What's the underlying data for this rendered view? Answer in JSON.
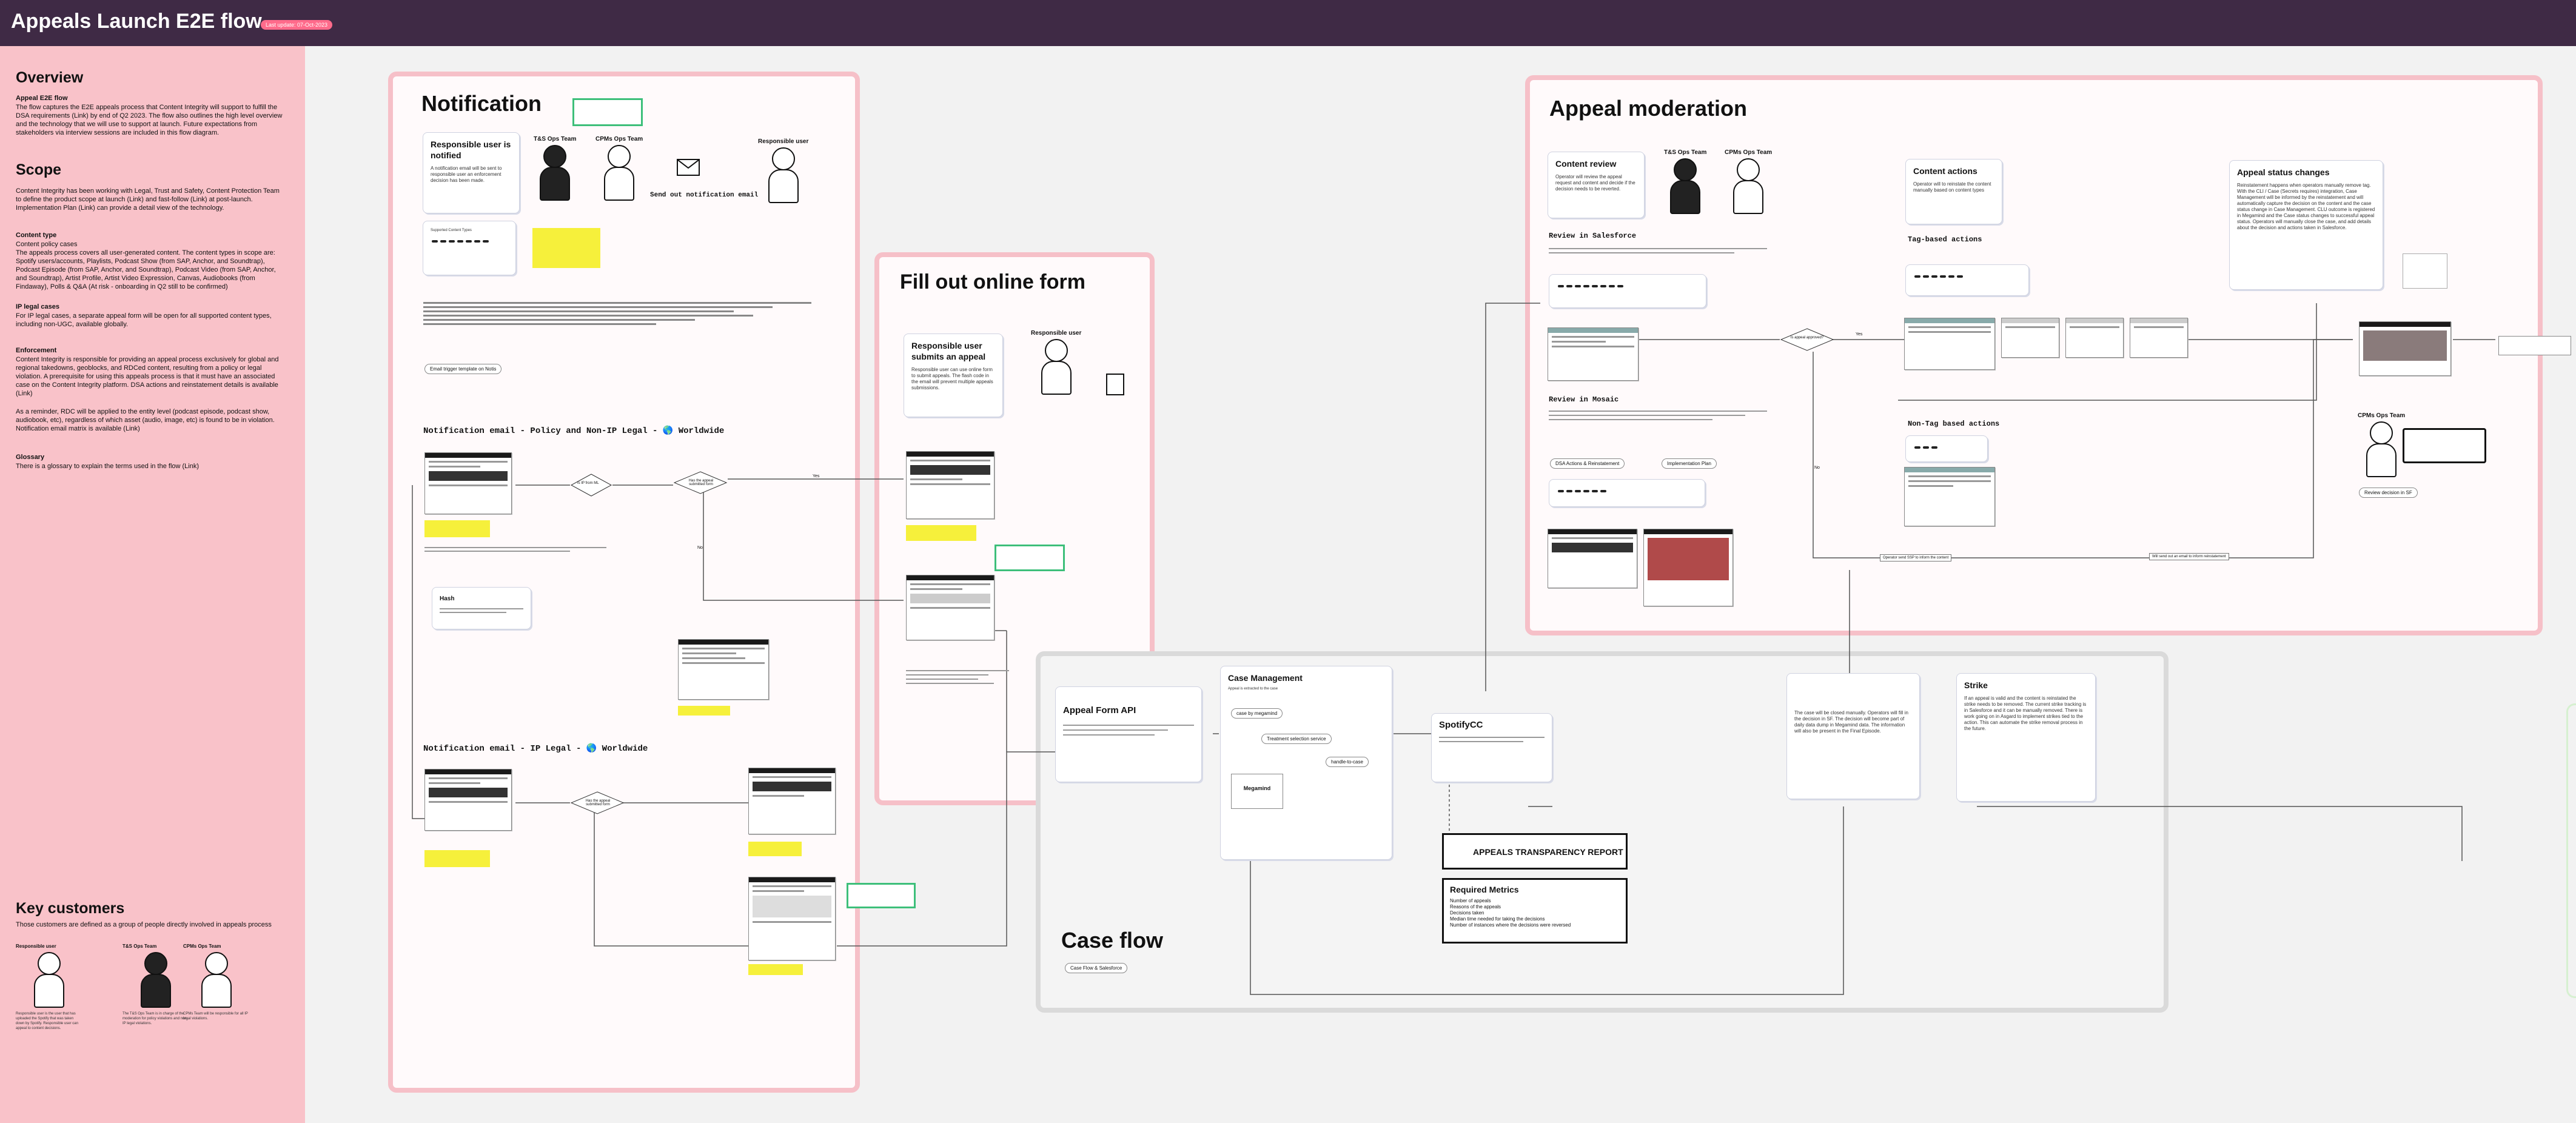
{
  "header": {
    "title": "Appeals Launch E2E flow",
    "badge": "Last update: 07-Oct-2023"
  },
  "sidebar": {
    "overview_h": "Overview",
    "flow_h": "Appeal E2E flow",
    "flow_p": "The flow captures the E2E appeals process that Content Integrity will support to fulfill the DSA requirements (Link) by end of Q2 2023. The flow also outlines the high level overview and the technology that we will use to support at launch. Future expectations from stakeholders via interview sessions are included in this flow diagram.",
    "scope_h": "Scope",
    "scope_p": "Content Integrity has been working with Legal, Trust and Safety, Content Protection Team to define the product scope at launch (Link) and fast-follow (Link) at post-launch. Implementation Plan (Link) can provide a detail view of the technology.",
    "ctype_h": "Content type",
    "ctype_sub": "Content policy cases",
    "ctype_p": "The appeals process covers all user-generated content. The content types in scope are: Spotify users/accounts, Playlists, Podcast Show (from SAP, Anchor, and Soundtrap), Podcast Episode (from SAP, Anchor, and Soundtrap), Podcast Video (from SAP, Anchor, and Soundtrap), Artist Profile, Artist Video Expression, Canvas, Audiobooks (from Findaway), Polls & Q&A (At risk - onboarding in Q2 still to be confirmed)",
    "ip_h": "IP legal cases",
    "ip_p": "For IP legal cases, a separate appeal form will be open for all supported content types, including non-UGC, available globally.",
    "enf_h": "Enforcement",
    "enf_p": "Content Integrity is responsible for providing an appeal process exclusively for global and regional takedowns, geoblocks, and RDCed content, resulting from a policy or legal violation. A prerequisite for using this appeals process is that it must have an associated case on the Content Integrity platform. DSA actions and reinstatement details is available (Link)",
    "rdc_p": "As a reminder, RDC will be applied to the entity level (podcast episode, podcast show, audiobook, etc), regardless of which asset (audio, image, etc) is found to be in violation. Notification email matrix is available (Link)",
    "glossary_h": "Glossary",
    "glossary_p": "There is a glossary to explain the terms used in the flow (Link)",
    "keycust_h": "Key customers",
    "keycust_p": "Those customers are defined as a group of people directly involved in appeals process",
    "customers": [
      {
        "name": "Responsible user",
        "desc": "Responsible user is the user that has uploaded the Spotify that was taken down by Spotify. Responsible user can appeal to content decisions."
      },
      {
        "name": "T&S Ops Team",
        "desc": "The T&S Ops Team is in charge of the moderation for policy violations and non-IP legal violations."
      },
      {
        "name": "CPMs Ops Team",
        "desc": "CPMs Team will be responsible for all IP legal violations."
      }
    ]
  },
  "notification": {
    "title": "Notification",
    "card_title": "Responsible user is notified",
    "card_desc": "A notification email will be sent to responsible user an enforcement decision has been made.",
    "personas": [
      "T&S Ops Team",
      "CPMs Ops Team",
      "Responsible user"
    ],
    "send_label": "Send out notification email",
    "supported_label": "Supported Content Types",
    "policy_heading": "Notification email - Policy and Non-IP Legal - 🌎 Worldwide",
    "ip_heading": "Notification email - IP Legal - 🌎 Worldwide",
    "hash_label": "Hash",
    "link_pill": "Email trigger template on Notis"
  },
  "fill_form": {
    "title": "Fill out online form",
    "card_title": "Responsible user submits an appeal",
    "card_desc": "Responsible user can use online form to submit appeals. The flash code in the email will prevent multiple appeals submissions.",
    "persona": "Responsible user"
  },
  "appeal_moderation": {
    "title": "Appeal moderation",
    "content_review_title": "Content review",
    "content_review_desc": "Operator will review the appeal request and content and decide if the decision needs to be reverted.",
    "personas": [
      "T&S Ops Team",
      "CPMs Ops Team"
    ],
    "review_sf": "Review in Salesforce",
    "review_mosaic": "Review in Mosaic",
    "content_actions_title": "Content actions",
    "content_actions_desc": "Operator will to reinstate the content manually based on content types",
    "tag_actions": "Tag-based actions",
    "nontag_actions": "Non-Tag based actions",
    "status_title": "Appeal status changes",
    "status_desc": "Reinstatement happens when operators manually remove tag. With the CLI / Case (Secrets requires) integration, Case Management will be informed by the reinstatement and will automatically capture the decision on the content and the case status change in Case Management. CLU outcome is registered in Megamind and the Case status changes to successful appeal status. Operators will manually close the case, and add details about the decision and actions taken in Salesforce.",
    "cpms_label": "CPMs Ops Team",
    "review_ip_pill": "Review decision in SF",
    "pills": [
      "DSA Actions & Reinstatement",
      "Implementation Plan"
    ]
  },
  "case_flow": {
    "title": "Case flow",
    "pill": "Case Flow & Salesforce",
    "api_title": "Appeal Form API",
    "cm_title": "Case Management",
    "cm_sub": "Appeal is extracted to the case",
    "nodes": [
      "case by megamind",
      "Treatment selection service",
      "handle-to-case"
    ],
    "megamind": "Megamind",
    "spotifycc": "SpotifyCC",
    "report_title": "APPEALS TRANSPARENCY REPORT",
    "metrics_title": "Required Metrics",
    "metrics": [
      "Number of appeals",
      "Reasons of the appeals",
      "Decisions taken",
      "Median time needed for taking the decisions",
      "Number of instances where the decisions were reversed"
    ],
    "strike_title": "Strike",
    "strike_desc": "If an appeal is valid and the content is reinstated the strike needs to be removed. The current strike tracking is in Salesforce and it can be manually removed. There is work going on in Asgard to implement strikes tied to the action. This can automate the strike removal process in the future.",
    "case_card_desc": "The case will be closed manually. Operators will fill in the decision in SF. The decision will become part of daily data dump in Megamind data. The information will also be present in the Final Episode."
  },
  "flow_labels": {
    "is_ip": "Is IP from ML",
    "has_appeal": "Has the appeal submitted form",
    "yes": "Yes",
    "no": "No",
    "is_appeal_approved": "Is appeal approved?",
    "operator_ssp": "Operator send SSP to inform the content",
    "will_send": "Will send out an email to inform reinstatement"
  },
  "colors": {
    "accent_pink": "#f6c0c8",
    "header": "#3f2a45",
    "note_yellow": "#f6f03b",
    "callout_green": "#3dbf7a"
  }
}
